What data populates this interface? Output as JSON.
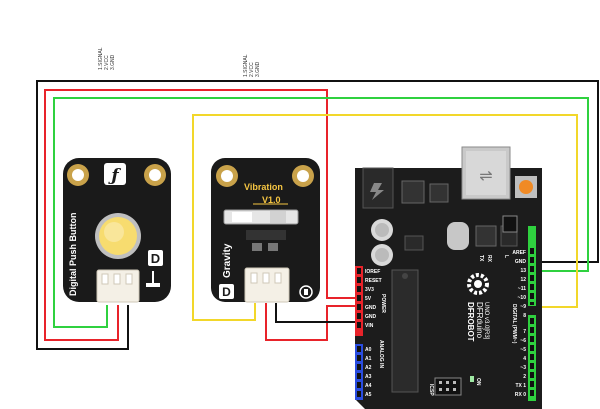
{
  "button_module": {
    "name": "Digital Push Button",
    "pin_notes": [
      "1.SIGNAL",
      "2.VCC",
      "3.GND"
    ],
    "badge": "D",
    "logo_glyph": "ƒ"
  },
  "vibration_module": {
    "name": "Vibration",
    "version": "V1.0",
    "series": "Gravity",
    "pin_notes": [
      "1.SIGNAL",
      "2.VCC",
      "3.GND"
    ],
    "badge": "D"
  },
  "uno_board": {
    "brand_line1": "DFROBOT",
    "brand_line2": "DFRduino",
    "brand_line3": "UNO v3.0[R3]",
    "power_pins": [
      "IOREF",
      "RESET",
      "3V3",
      "5V",
      "GND",
      "GND",
      "VIN"
    ],
    "power_label": "POWER",
    "analog_pins": [
      "A0",
      "A1",
      "A2",
      "A3",
      "A4",
      "A5"
    ],
    "analog_label": "ANALOG IN",
    "digital_pins_top": [
      "AREF",
      "GND",
      "13",
      "12",
      "~11",
      "~10",
      "~9",
      "8"
    ],
    "digital_pins_bottom": [
      "7",
      "~6",
      "~5",
      "4",
      "~3",
      "2",
      "TX 1",
      "RX 0"
    ],
    "digital_label": "DIGITAL (PWM~)",
    "tx_label": "TX",
    "rx_label": "RX",
    "on_label": "ON",
    "icsp_label": "ICSP",
    "l_label": "L"
  },
  "wire_colors": {
    "black": "#111111",
    "red": "#e8232a",
    "green": "#2fd13f",
    "yellow": "#f2d72a"
  }
}
